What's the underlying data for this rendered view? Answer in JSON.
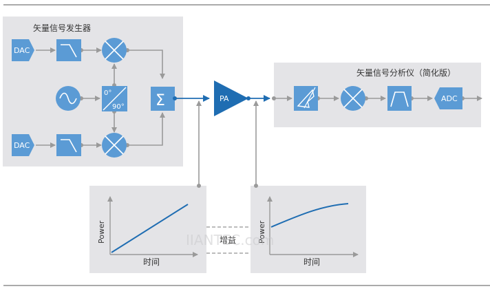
{
  "generator": {
    "title": "矢量信号发生器",
    "dac_top": "DAC",
    "dac_bottom": "DAC",
    "phase_0": "0°",
    "phase_90": "90°",
    "sum_symbol": "Σ"
  },
  "amplifier": {
    "label": "PA"
  },
  "analyzer": {
    "title": "矢量信号分析仪（简化版）",
    "adc": "ADC"
  },
  "plot_left": {
    "ylabel": "Power",
    "xlabel": "时间"
  },
  "plot_right": {
    "ylabel": "Power",
    "xlabel": "时间"
  },
  "gain_label": "增益",
  "watermark": "IIANTEC.com",
  "colors": {
    "block": "#5b9bd5",
    "amp": "#1f6db2",
    "panel": "#e4e4e7",
    "line": "#9a9a9a",
    "signal": "#1f6db2"
  }
}
